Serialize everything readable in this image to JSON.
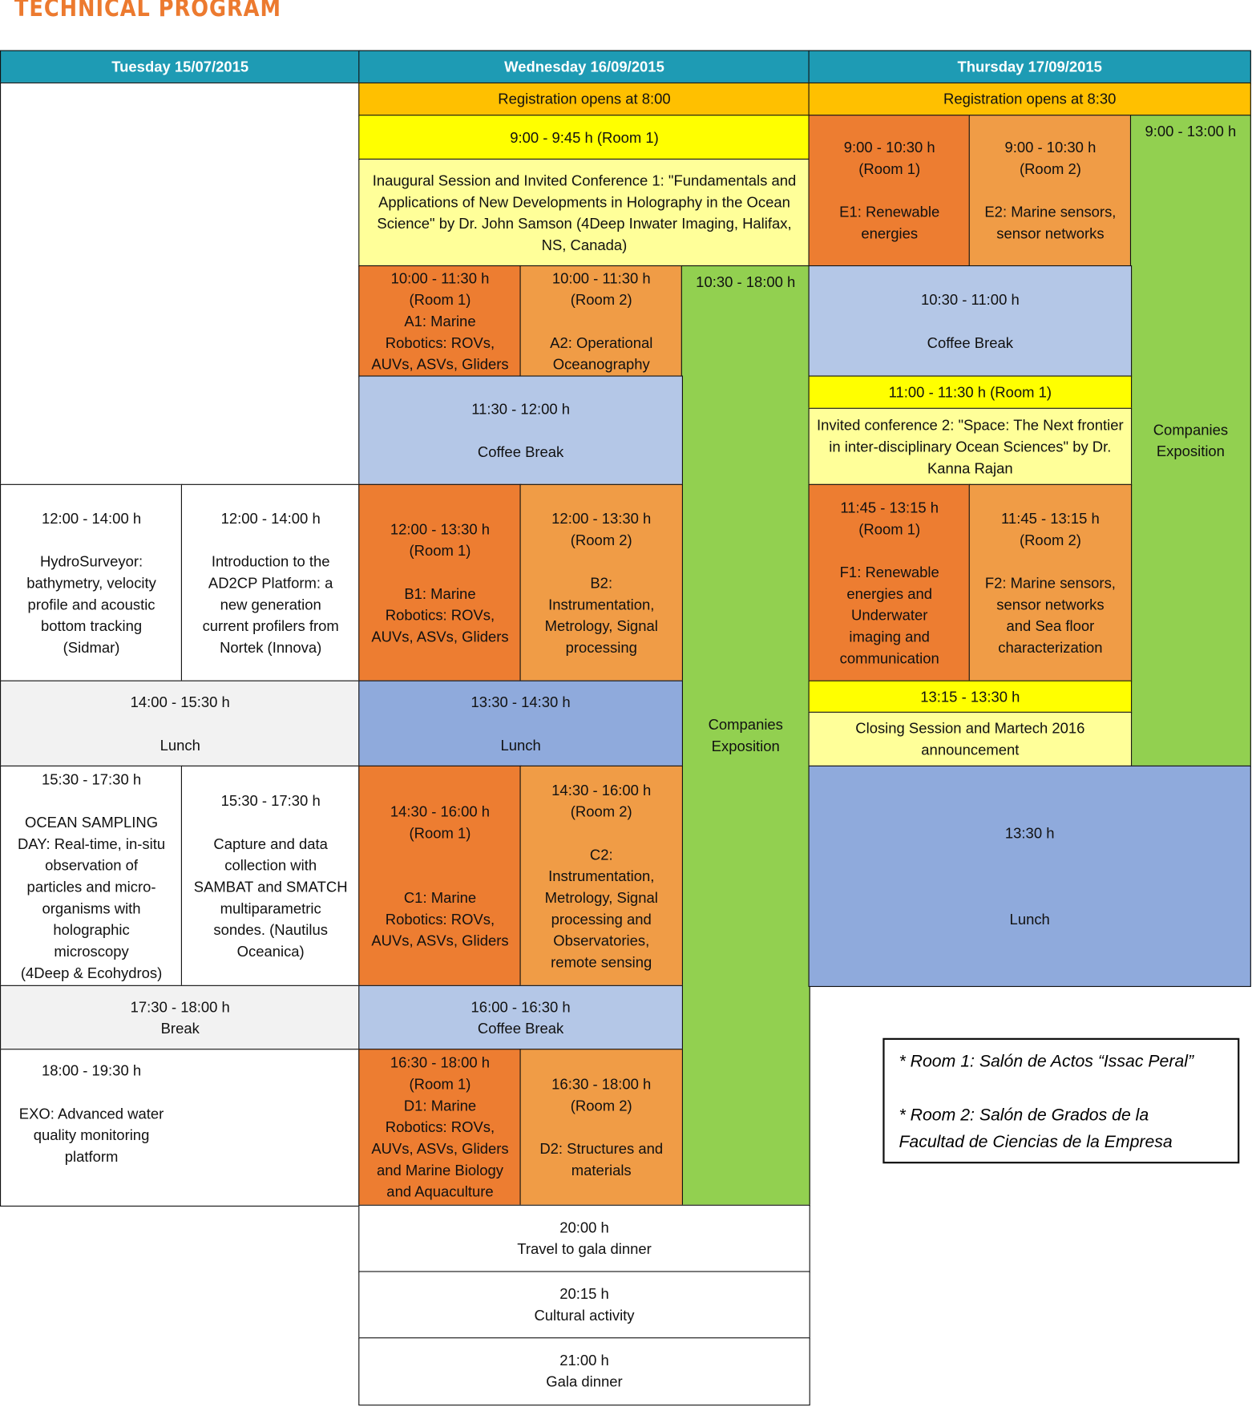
{
  "title": "TECHNICAL PROGRAM",
  "colors": {
    "header": "#1E9BB4",
    "registration": "#FFC000",
    "plenary_time": "#FFFF00",
    "plenary": "#FFFF99",
    "room1": "#ED7D31",
    "room2": "#F09C46",
    "exposition": "#92D050",
    "coffee": "#B4C7E7",
    "lunch": "#8FAADC",
    "tuesday_break": "#F2F2F2"
  },
  "cells": {
    "hdr-tue": {
      "body": "Tuesday 15/07/2015"
    },
    "hdr-wed": {
      "body": "Wednesday 16/09/2015"
    },
    "hdr-thu": {
      "body": "Thursday 17/09/2015"
    },
    "tue-empty": {
      "body": ""
    },
    "wed-reg": {
      "body": "Registration opens at 8:00"
    },
    "thu-reg": {
      "body": "Registration opens at 8:30"
    },
    "wed-inaug-time": {
      "body": "9:00 - 9:45 h (Room 1)"
    },
    "wed-inaug": {
      "body": "Inaugural Session and Invited Conference 1: \"Fundamentals and Applications of New Developments in Holography in the Ocean Science\" by Dr. John Samson (4Deep Inwater Imaging, Halifax, NS, Canada)"
    },
    "thu-e1": {
      "body": "9:00 - 10:30 h\n(Room 1)\n\nE1: Renewable\nenergies"
    },
    "thu-e2": {
      "body": "9:00 - 10:30 h\n(Room 2)\n\nE2: Marine sensors,\nsensor networks"
    },
    "thu-expo": {
      "top": "9:00 - 13:00 h",
      "body": "Companies\nExposition"
    },
    "wed-a1": {
      "body": "10:00 - 11:30 h\n(Room 1)\nA1:  Marine\nRobotics: ROVs,\nAUVs, ASVs, Gliders"
    },
    "wed-a2": {
      "body": "10:00 - 11:30 h\n(Room 2)\n\nA2: Operational\nOceanography"
    },
    "wed-expo": {
      "top": "10:30 - 18:00 h",
      "body": "Companies\nExposition"
    },
    "thu-coffee1": {
      "body": "10:30 - 11:00 h\n\nCoffee Break"
    },
    "wed-coffee1": {
      "body": "11:30 - 12:00 h\n\nCoffee Break"
    },
    "thu-inv-time": {
      "body": "11:00 - 11:30 h (Room 1)"
    },
    "thu-inv": {
      "body": "Invited conference 2: \"Space: The Next frontier in inter-disciplinary Ocean Sciences\" by Dr. Kanna Rajan"
    },
    "tue-hydro": {
      "body": "12:00 - 14:00 h\n\nHydroSurveyor:\nbathymetry, velocity\nprofile and acoustic\nbottom tracking\n(Sidmar)"
    },
    "tue-ad2cp": {
      "body": "12:00 - 14:00 h\n\nIntroduction to the\nAD2CP Platform: a\nnew generation\ncurrent profilers from\nNortek (Innova)"
    },
    "wed-b1": {
      "body": "12:00 - 13:30 h\n(Room 1)\n\nB1: Marine\nRobotics: ROVs,\nAUVs, ASVs, Gliders"
    },
    "wed-b2": {
      "body": "12:00 - 13:30 h\n(Room 2)\n\nB2:\nInstrumentation,\nMetrology, Signal\nprocessing"
    },
    "thu-f1": {
      "body": "11:45 - 13:15 h\n(Room 1)\n\nF1: Renewable\nenergies and\nUnderwater\nimaging and\ncommunication"
    },
    "thu-f2": {
      "body": "11:45 - 13:15 h\n(Room 2)\n\nF2: Marine sensors,\nsensor networks\nand Sea floor\ncharacterization"
    },
    "tue-lunch": {
      "body": "14:00 - 15:30 h\n\nLunch"
    },
    "wed-lunch": {
      "body": "13:30 - 14:30 h\n\nLunch"
    },
    "thu-close-time": {
      "body": "13:15 - 13:30 h"
    },
    "thu-close": {
      "body": "Closing Session and Martech 2016\nannouncement"
    },
    "tue-ocean": {
      "body": "15:30 - 17:30 h\n\nOCEAN SAMPLING\nDAY: Real-time, in-situ\nobservation of\nparticles and micro-\norganisms with\nholographic\nmicroscopy\n(4Deep & Ecohydros)"
    },
    "tue-sambat": {
      "body": "15:30 - 17:30 h\n\nCapture and data\ncollection with\nSAMBAT and SMATCH\nmultiparametric\nsondes. (Nautilus\nOceanica)"
    },
    "wed-c1": {
      "body": "14:30 - 16:00 h\n(Room 1)\n\n\nC1: Marine\nRobotics: ROVs,\nAUVs, ASVs, Gliders"
    },
    "wed-c2": {
      "body": "14:30 - 16:00 h\n(Room 2)\n\nC2:\nInstrumentation,\nMetrology, Signal\nprocessing and\nObservatories,\nremote sensing"
    },
    "thu-lunch": {
      "body": "13:30 h\n\n\n\nLunch"
    },
    "tue-break": {
      "body": "17:30 - 18:00 h\nBreak"
    },
    "wed-coffee2": {
      "body": "16:00 - 16:30 h\nCoffee Break"
    },
    "tue-exo": {
      "body": "18:00 - 19:30 h\n\nEXO: Advanced water\nquality monitoring\nplatform"
    },
    "wed-d1": {
      "body": "16:30 - 18:00 h\n(Room 1)\nD1: Marine\nRobotics: ROVs,\nAUVs, ASVs, Gliders\nand Marine Biology\nand Aquaculture"
    },
    "wed-d2": {
      "body": "16:30 - 18:00 h\n(Room 2)\n\nD2: Structures and\nmaterials"
    },
    "wed-gala1": {
      "body": "20:00 h\nTravel to gala dinner"
    },
    "wed-gala2": {
      "body": "20:15 h\nCultural activity"
    },
    "wed-gala3": {
      "body": "21:00 h\nGala dinner"
    }
  },
  "legend": {
    "text": "* Room 1: Salón de Actos “Issac Peral”\n\n* Room 2: Salón de Grados de la\nFacultad de Ciencias de la Empresa"
  }
}
